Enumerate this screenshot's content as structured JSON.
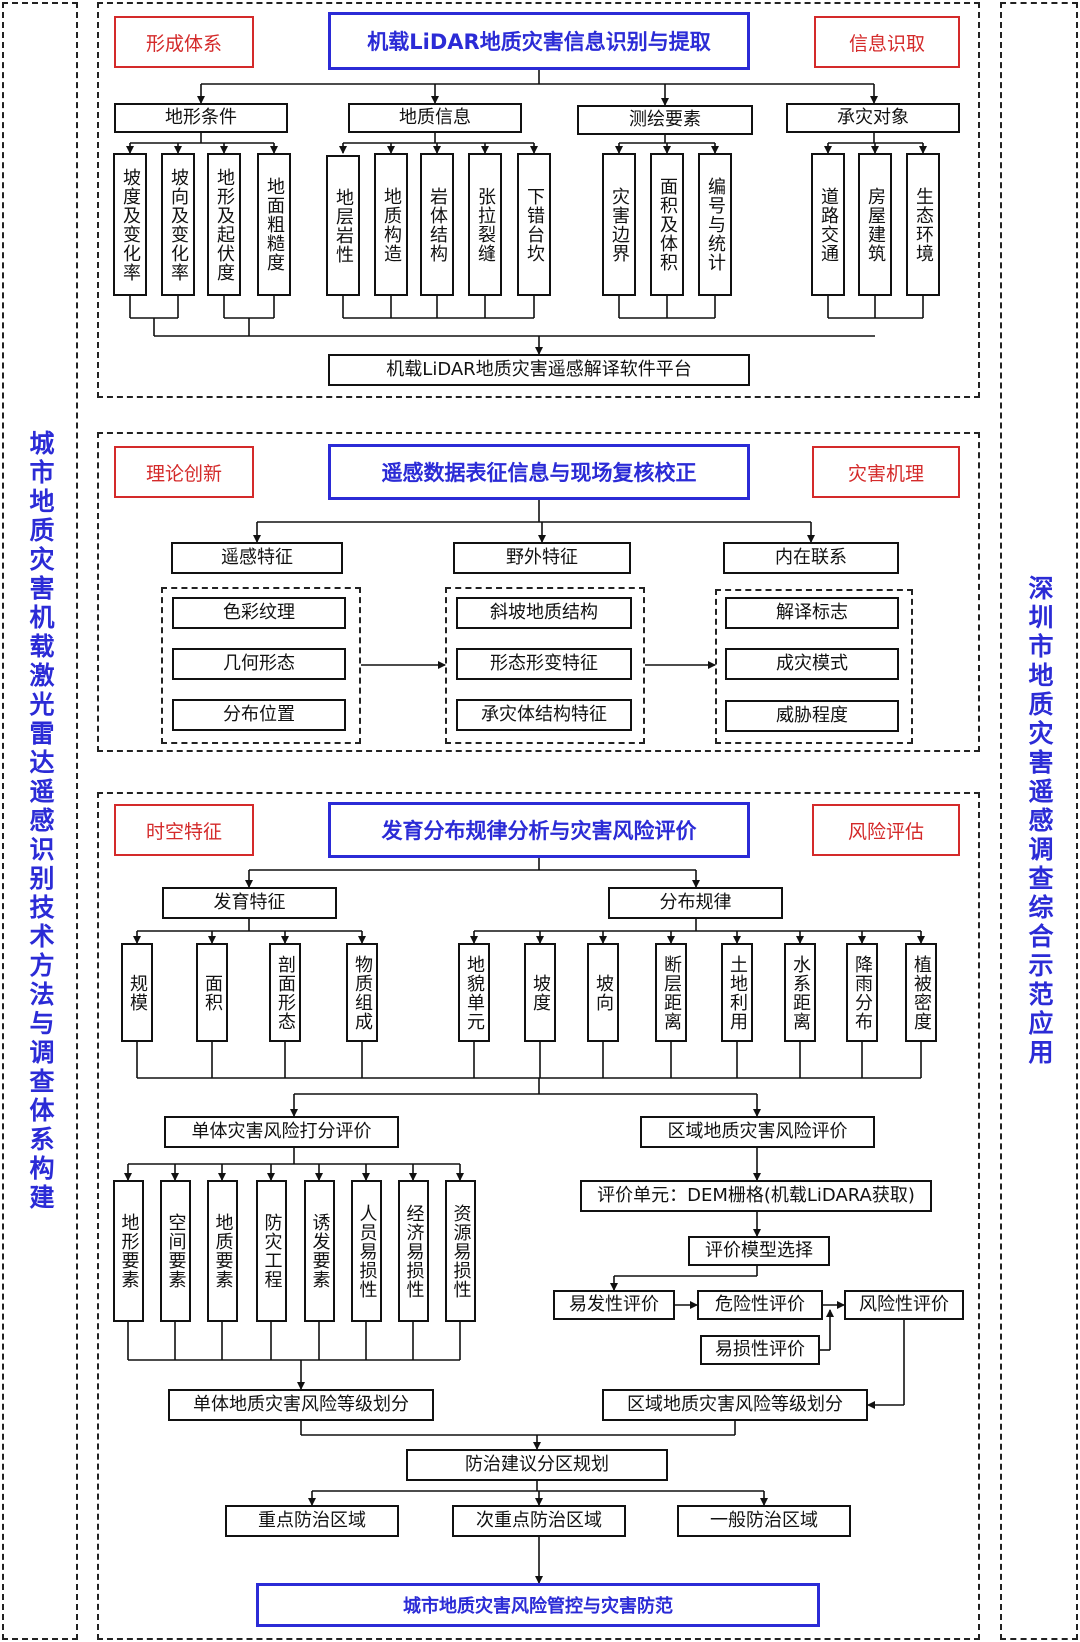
{
  "left_label": "城市地质灾害机载激光雷达遥感识别技术方法与调查体系构建",
  "right_label": "深圳市地质灾害遥感调查综合示范应用",
  "section1": {
    "title": "机载LiDAR地质灾害信息识别与提取",
    "tag_left": "形成体系",
    "tag_right": "信息识取",
    "groups": [
      {
        "label": "地形条件",
        "items": [
          "坡度及变化率",
          "坡向及变化率",
          "地形及起伏度",
          "地面粗糙度"
        ]
      },
      {
        "label": "地质信息",
        "items": [
          "地层岩性",
          "地质构造",
          "岩体结构",
          "张拉裂缝",
          "下错台坎"
        ]
      },
      {
        "label": "测绘要素",
        "items": [
          "灾害边界",
          "面积及体积",
          "编号与统计"
        ]
      },
      {
        "label": "承灾对象",
        "items": [
          "道路交通",
          "房屋建筑",
          "生态环境"
        ]
      }
    ],
    "platform": "机载LiDAR地质灾害遥感解译软件平台"
  },
  "section2": {
    "title": "遥感数据表征信息与现场复核校正",
    "tag_left": "理论创新",
    "tag_right": "灾害机理",
    "columns": [
      {
        "label": "遥感特征",
        "items": [
          "色彩纹理",
          "几何形态",
          "分布位置"
        ]
      },
      {
        "label": "野外特征",
        "items": [
          "斜坡地质结构",
          "形态形变特征",
          "承灾体结构特征"
        ]
      },
      {
        "label": "内在联系",
        "items": [
          "解译标志",
          "成灾模式",
          "威胁程度"
        ]
      }
    ]
  },
  "section3": {
    "title": "发育分布规律分析与灾害风险评价",
    "tag_left": "时空特征",
    "tag_right": "风险评估",
    "dev_label": "发育特征",
    "dev_items": [
      "规模",
      "面积",
      "剖面形态",
      "物质组成"
    ],
    "dist_label": "分布规律",
    "dist_items": [
      "地貌单元",
      "坡度",
      "坡向",
      "断层距离",
      "土地利用",
      "水系距离",
      "降雨分布",
      "植被密度"
    ],
    "single_label": "单体灾害风险打分评价",
    "single_items": [
      "地形要素",
      "空间要素",
      "地质要素",
      "防灾工程",
      "诱发要素",
      "人员易损性",
      "经济易损性",
      "资源易损性"
    ],
    "single_grade": "单体地质灾害风险等级划分",
    "region_label": "区域地质灾害风险评价",
    "eval_unit": "评价单元：DEM栅格(机载LiDARA获取)",
    "model_select": "评价模型选择",
    "susceptibility": "易发性评价",
    "hazard": "危险性评价",
    "risk": "风险性评价",
    "vulnerability": "易损性评价",
    "region_grade": "区域地质灾害风险等级划分",
    "zoning": "防治建议分区规划",
    "zones": [
      "重点防治区域",
      "次重点防治区域",
      "一般防治区域"
    ]
  },
  "final": "城市地质灾害风险管控与灾害防范"
}
